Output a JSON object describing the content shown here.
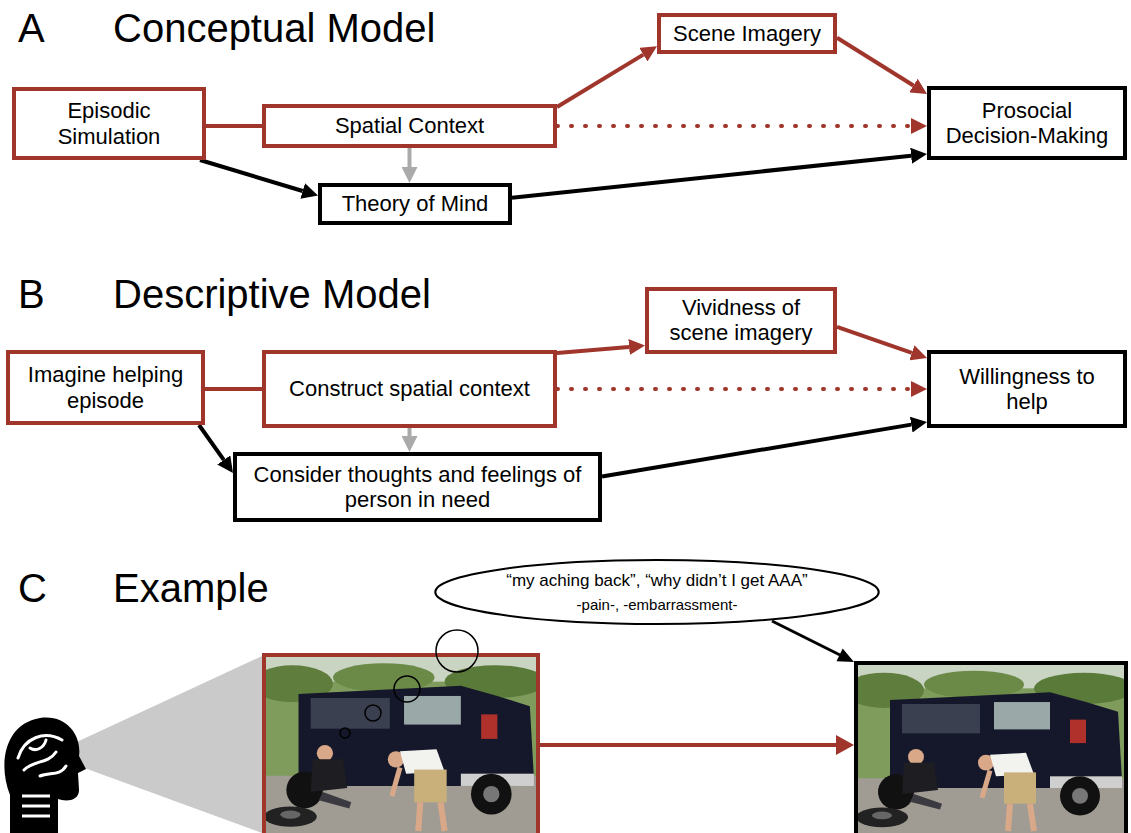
{
  "diagram": {
    "nodes": [
      {
        "text": [
          "Episodic Simulation"
        ]
      },
      {
        "text": [
          "Scene Imagery"
        ]
      },
      {
        "text": [
          "Spatial Context"
        ]
      },
      {
        "text": [
          "Prosocial Decision-Making"
        ]
      },
      {
        "text": [
          "Theory of Mind"
        ]
      },
      {
        "text": [
          "Imagine helping episode"
        ]
      },
      {
        "text": [
          "Vividness of scene imagery"
        ]
      },
      {
        "text": [
          "Construct spatial context"
        ]
      },
      {
        "text": [
          "Willingness to help"
        ]
      },
      {
        "text": [
          "Consider thoughts and feelings of person in need"
        ]
      },
      {
        "text": [
          "“my aching back”, “why didn’t I get AAA”",
          "-pain-, -embarrassment-"
        ]
      }
    ],
    "edges": [
      {
        "from": 0,
        "to": 2,
        "arrow": "none"
      },
      {
        "from": 2,
        "to": 1,
        "arrow": "to"
      },
      {
        "from": 1,
        "to": 3,
        "arrow": "to"
      },
      {
        "from": 2,
        "to": 3,
        "arrow": "to"
      },
      {
        "from": 2,
        "to": 4,
        "arrow": "to"
      },
      {
        "from": 0,
        "to": 4,
        "arrow": "to"
      },
      {
        "from": 4,
        "to": 3,
        "arrow": "to"
      },
      {
        "from": 5,
        "to": 7,
        "arrow": "none"
      },
      {
        "from": 7,
        "to": 6,
        "arrow": "to"
      },
      {
        "from": 6,
        "to": 8,
        "arrow": "to"
      },
      {
        "from": 7,
        "to": 8,
        "arrow": "to"
      },
      {
        "from": 7,
        "to": 9,
        "arrow": "to"
      },
      {
        "from": 5,
        "to": 9,
        "arrow": "to"
      },
      {
        "from": 9,
        "to": 8,
        "arrow": "to"
      }
    ],
    "labels": [
      "A",
      "Conceptual Model",
      "B",
      "Descriptive Model",
      "C",
      "Example"
    ]
  }
}
